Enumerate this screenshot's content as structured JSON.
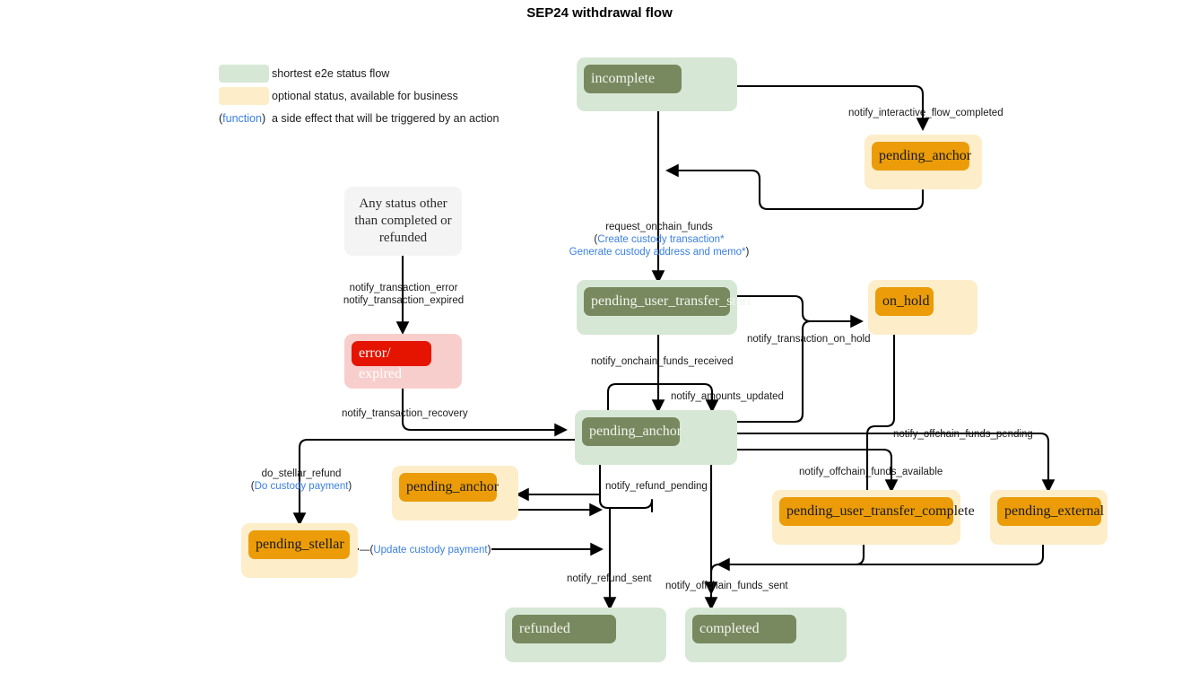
{
  "title": "SEP24 withdrawal flow",
  "legend": {
    "items": [
      {
        "swatch": "#d6e8d5",
        "label": "shortest e2e status flow"
      },
      {
        "swatch": "#fdedc9",
        "label": "optional status, available for business"
      }
    ],
    "function_note": {
      "open_paren": "(",
      "keyword": "function",
      "close_paren": ")",
      "text": "a side effect that will be triggered by an action"
    }
  },
  "colors": {
    "green_outer": "#d6e8d5",
    "green_inner": "#78895f",
    "orange_outer": "#fdedc9",
    "orange_inner": "#eb9c08",
    "red_outer": "#f8cecc",
    "red_inner": "#e41400",
    "ghost": "#f4f4f4",
    "function_blue": "#3a7fe0",
    "edge": "#000000"
  },
  "nodes": {
    "incomplete": {
      "label": "incomplete",
      "kind": "green"
    },
    "pending_anchor_top": {
      "label": "pending_anchor",
      "kind": "orange"
    },
    "any_status": {
      "line1": "Any status other",
      "line2": "than completed or",
      "line3": "refunded",
      "kind": "ghost"
    },
    "pending_user_transfer_start": {
      "label": "pending_user_transfer_start",
      "kind": "green"
    },
    "on_hold": {
      "label": "on_hold",
      "kind": "orange"
    },
    "error_expired": {
      "label": "error/",
      "label2": "expired",
      "kind": "red"
    },
    "pending_anchor_center": {
      "label": "pending_anchor",
      "kind": "green"
    },
    "pending_anchor_refund": {
      "label": "pending_anchor",
      "kind": "orange"
    },
    "pending_stellar": {
      "label": "pending_stellar",
      "kind": "orange"
    },
    "pending_user_transfer_complete": {
      "label": "pending_user_transfer_complete",
      "kind": "orange"
    },
    "pending_external": {
      "label": "pending_external",
      "kind": "orange"
    },
    "refunded": {
      "label": "refunded",
      "kind": "green"
    },
    "completed": {
      "label": "completed",
      "kind": "green"
    }
  },
  "edges": {
    "notify_interactive_flow_completed": "notify_interactive_flow_completed",
    "request_onchain_funds": "request_onchain_funds",
    "request_onchain_funds_fn_open": "(",
    "request_onchain_funds_fn1": "Create custody transaction*",
    "request_onchain_funds_fn2": "Generate custody address and memo*",
    "request_onchain_funds_fn_close": ")",
    "notify_transaction_error": "notify_transaction_error",
    "notify_transaction_expired": "notify_transaction_expired",
    "notify_transaction_recovery": "notify_transaction_recovery",
    "notify_onchain_funds_received": "notify_onchain_funds_received",
    "notify_amounts_updated": "notify_amounts_updated",
    "notify_transaction_on_hold": "notify_transaction_on_hold",
    "notify_offchain_funds_pending": "notify_offchain_funds_pending",
    "notify_offchain_funds_available": "notify_offchain_funds_available",
    "do_stellar_refund": "do_stellar_refund",
    "do_stellar_refund_fn_open": "(",
    "do_stellar_refund_fn": "Do custody payment",
    "do_stellar_refund_fn_close": ")",
    "update_custody_payment_dash": "—(",
    "update_custody_payment_fn": "Update custody payment",
    "update_custody_payment_close": ")",
    "notify_refund_pending": "notify_refund_pending",
    "notify_refund_sent": "notify_refund_sent",
    "notify_offchain_funds_sent": "notify_offchain_funds_sent"
  }
}
